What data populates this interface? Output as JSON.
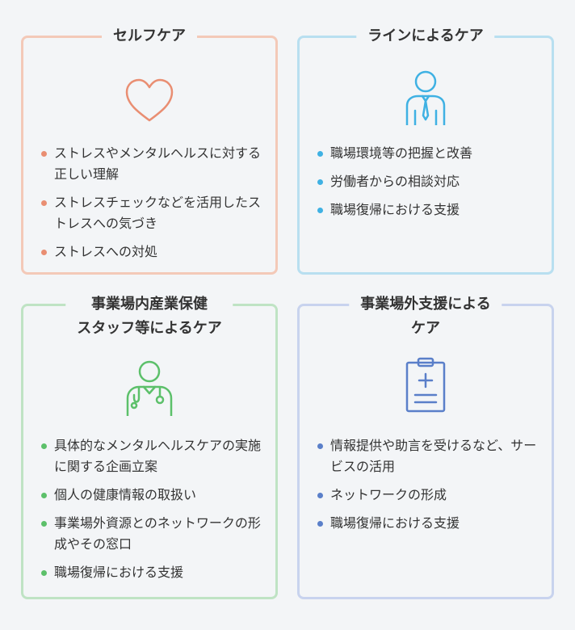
{
  "cards": [
    {
      "title": "セルフケア",
      "color": "#f3c9b8",
      "accent": "#e98e72",
      "icon": "heart-icon",
      "items": [
        "ストレスやメンタルヘルスに対する正しい理解",
        "ストレスチェックなどを活用したストレスへの気づき",
        "ストレスへの対処"
      ]
    },
    {
      "title": "ラインによるケア",
      "color": "#b8dff0",
      "accent": "#3fb1e3",
      "icon": "businessperson-icon",
      "items": [
        "職場環境等の把握と改善",
        "労働者からの相談対応",
        "職場復帰における支援"
      ]
    },
    {
      "title": "事業場内産業保健\nスタッフ等によるケア",
      "color": "#bfe3c4",
      "accent": "#5cc06a",
      "icon": "doctor-icon",
      "items": [
        "具体的なメンタルヘルスケアの実施に関する企画立案",
        "個人の健康情報の取扱い",
        "事業場外資源とのネットワークの形成やその窓口",
        "職場復帰における支援"
      ]
    },
    {
      "title": "事業場外支援による\nケア",
      "color": "#c8d3ee",
      "accent": "#5a7fc9",
      "icon": "clipboard-medical-icon",
      "items": [
        "情報提供や助言を受けるなど、サービスの活用",
        "ネットワークの形成",
        "職場復帰における支援"
      ]
    }
  ]
}
